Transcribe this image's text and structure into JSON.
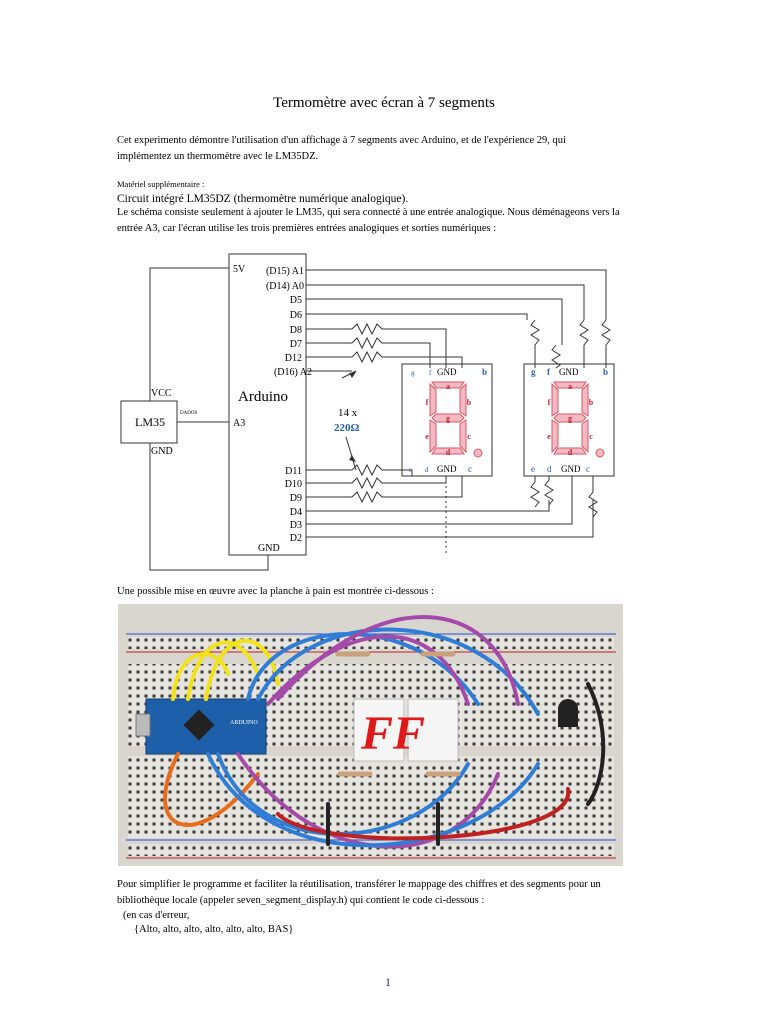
{
  "title": "Termomètre avec écran à 7 segments",
  "intro": [
    "Cet experimento démontre l'utilisation d'un affichage à 7 segments avec Arduino, et de l'expérience 29, qui",
    "implémentez un thermomètre avec le LM35DZ."
  ],
  "materials_heading": "Matériel supplémentaire :",
  "materials_item": "Circuit intégré LM35DZ (thermomètre numérique analogique).",
  "schema_text": [
    "Le schéma consiste seulement à ajouter le LM35, qui sera connecté à une entrée analogique. Nous déménageons vers la",
    "entrée A3, car l'écran utilise les trois premières entrées analogiques et sorties numériques :"
  ],
  "schematic": {
    "arduino_label": "Arduino",
    "arduino_5v": "5V",
    "arduino_gnd": "GND",
    "arduino_a3": "A3",
    "lm35_label": "LM35",
    "lm35_vcc": "VCC",
    "lm35_gnd": "GND",
    "lm35_data": "DADOS",
    "pins_top": [
      "(D15) A1",
      "(D14) A0",
      "D5",
      "D6",
      "D8",
      "D7",
      "D12",
      "(D16) A2"
    ],
    "pins_bottom": [
      "D11",
      "D10",
      "D9",
      "D4",
      "D3",
      "D2"
    ],
    "resistor_count": "14 x",
    "resistor_value": "220Ω",
    "display_gnd": "GND",
    "seg_a": "a",
    "seg_b": "b",
    "seg_c": "c",
    "seg_d": "d",
    "seg_e": "e",
    "seg_f": "f",
    "seg_g": "g",
    "accent_color": "#2060a8",
    "segment_color": "#f4b8c0",
    "segment_stroke": "#d35a6a"
  },
  "breadboard_caption": "Une possible mise en œuvre avec la planche à pain est montrée ci-dessous :",
  "breadboard": {
    "display_text_1": "FF",
    "arduino_text": "ARDUINO"
  },
  "outro": [
    "Pour simplifier le programme et faciliter la réutilisation, transférer le mappage des chiffres et des segments pour un",
    "bibliothèque locale (appeler seven_segment_display.h) qui contient le code ci-dessous :"
  ],
  "code_1": "(en cas d'erreur,",
  "code_2": "{Alto, alto, alto, alto, alto, alto, BAS}",
  "page_number": "1"
}
